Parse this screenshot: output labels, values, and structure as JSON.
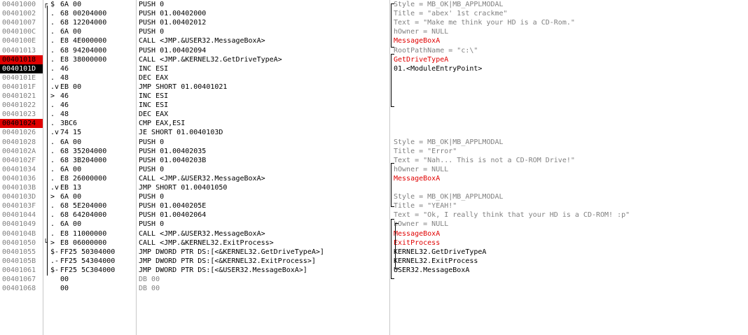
{
  "rows": [
    {
      "addr": "00401000",
      "jmp": "┌",
      "mark": "$",
      "hex": "6A 00",
      "disasm": "PUSH 0",
      "comment": "Style = MB_OK|MB_APPLMODAL",
      "cstyle": "gray"
    },
    {
      "addr": "00401002",
      "jmp": "",
      "mark": ".",
      "hex": "68 00204000",
      "disasm": "PUSH 01.00402000",
      "comment": "Title = \"abex' 1st crackme\"",
      "cstyle": "gray"
    },
    {
      "addr": "00401007",
      "jmp": "",
      "mark": ".",
      "hex": "68 12204000",
      "disasm": "PUSH 01.00402012",
      "comment": "Text = \"Make me think your HD is a CD-Rom.\"",
      "cstyle": "gray"
    },
    {
      "addr": "0040100C",
      "jmp": "",
      "mark": ".",
      "hex": "6A 00",
      "disasm": "PUSH 0",
      "comment": "hOwner = NULL",
      "cstyle": "gray"
    },
    {
      "addr": "0040100E",
      "jmp": "",
      "mark": ".",
      "hex": "E8 4E000000",
      "disasm": "CALL <JMP.&USER32.MessageBoxA>",
      "comment": "MessageBoxA",
      "cstyle": "red"
    },
    {
      "addr": "00401013",
      "jmp": "",
      "mark": ".",
      "hex": "68 94204000",
      "disasm": "PUSH 01.00402094",
      "comment": "RootPathName = \"c:\\\"",
      "cstyle": "gray"
    },
    {
      "addr": "00401018",
      "jmp": "",
      "mark": ".",
      "hex": "E8 38000000",
      "disasm": "CALL <JMP.&KERNEL32.GetDriveTypeA>",
      "comment": "GetDriveTypeA",
      "cstyle": "red",
      "highlight": "bp"
    },
    {
      "addr": "0040101D",
      "jmp": "",
      "mark": ".",
      "hex": "46",
      "disasm": "INC ESI",
      "comment": "01.<ModuleEntryPoint>",
      "cstyle": "blk",
      "highlight": "cur"
    },
    {
      "addr": "0040101E",
      "jmp": "",
      "mark": ".",
      "hex": "48",
      "disasm": "DEC EAX",
      "comment": "",
      "cstyle": "blk"
    },
    {
      "addr": "0040101F",
      "jmp": "",
      "mark": ".v",
      "hex": "EB 00",
      "disasm": "JMP SHORT 01.00401021",
      "comment": "",
      "cstyle": "blk"
    },
    {
      "addr": "00401021",
      "jmp": "",
      "mark": ">",
      "hex": "46",
      "disasm": "INC ESI",
      "comment": "",
      "cstyle": "blk"
    },
    {
      "addr": "00401022",
      "jmp": "",
      "mark": ".",
      "hex": "46",
      "disasm": "INC ESI",
      "comment": "",
      "cstyle": "blk"
    },
    {
      "addr": "00401023",
      "jmp": "",
      "mark": ".",
      "hex": "48",
      "disasm": "DEC EAX",
      "comment": "",
      "cstyle": "blk"
    },
    {
      "addr": "00401024",
      "jmp": "",
      "mark": ".",
      "hex": "3BC6",
      "disasm": "CMP EAX,ESI",
      "comment": "",
      "cstyle": "blk",
      "highlight": "bp"
    },
    {
      "addr": "00401026",
      "jmp": "",
      "mark": ".v",
      "hex": "74 15",
      "disasm": "JE SHORT 01.0040103D",
      "comment": "",
      "cstyle": "blk"
    },
    {
      "addr": "00401028",
      "jmp": "",
      "mark": ".",
      "hex": "6A 00",
      "disasm": "PUSH 0",
      "comment": "Style = MB_OK|MB_APPLMODAL",
      "cstyle": "gray"
    },
    {
      "addr": "0040102A",
      "jmp": "",
      "mark": ".",
      "hex": "68 35204000",
      "disasm": "PUSH 01.00402035",
      "comment": "Title = \"Error\"",
      "cstyle": "gray"
    },
    {
      "addr": "0040102F",
      "jmp": "",
      "mark": ".",
      "hex": "68 3B204000",
      "disasm": "PUSH 01.0040203B",
      "comment": "Text = \"Nah... This is not a CD-ROM Drive!\"",
      "cstyle": "gray"
    },
    {
      "addr": "00401034",
      "jmp": "",
      "mark": ".",
      "hex": "6A 00",
      "disasm": "PUSH 0",
      "comment": "hOwner = NULL",
      "cstyle": "gray"
    },
    {
      "addr": "00401036",
      "jmp": "",
      "mark": ".",
      "hex": "E8 26000000",
      "disasm": "CALL <JMP.&USER32.MessageBoxA>",
      "comment": "MessageBoxA",
      "cstyle": "red"
    },
    {
      "addr": "0040103B",
      "jmp": "",
      "mark": ".v",
      "hex": "EB 13",
      "disasm": "JMP SHORT 01.00401050",
      "comment": "",
      "cstyle": "blk"
    },
    {
      "addr": "0040103D",
      "jmp": "",
      "mark": ">",
      "hex": "6A 00",
      "disasm": "PUSH 0",
      "comment": "Style = MB_OK|MB_APPLMODAL",
      "cstyle": "gray"
    },
    {
      "addr": "0040103F",
      "jmp": "",
      "mark": ".",
      "hex": "68 5E204000",
      "disasm": "PUSH 01.0040205E",
      "comment": "Title = \"YEAH!\"",
      "cstyle": "gray"
    },
    {
      "addr": "00401044",
      "jmp": "",
      "mark": ".",
      "hex": "68 64204000",
      "disasm": "PUSH 01.00402064",
      "comment": "Text = \"Ok, I really think that your HD is a CD-ROM! :p\"",
      "cstyle": "gray"
    },
    {
      "addr": "00401049",
      "jmp": "",
      "mark": ".",
      "hex": "6A 00",
      "disasm": "PUSH 0",
      "comment": "hOwner = NULL",
      "cstyle": "gray"
    },
    {
      "addr": "0040104B",
      "jmp": "",
      "mark": ".",
      "hex": "E8 11000000",
      "disasm": "CALL <JMP.&USER32.MessageBoxA>",
      "comment": "MessageBoxA",
      "cstyle": "red"
    },
    {
      "addr": "00401050",
      "jmp": "└",
      "mark": ">",
      "hex": "E8 06000000",
      "disasm": "CALL <JMP.&KERNEL32.ExitProcess>",
      "comment": "ExitProcess",
      "cstyle": "red"
    },
    {
      "addr": "00401055",
      "jmp": "",
      "mark": "$-",
      "hex": "FF25 50304000",
      "disasm": "JMP DWORD PTR DS:[<&KERNEL32.GetDriveTypeA>]",
      "comment": "KERNEL32.GetDriveTypeA",
      "cstyle": "blk"
    },
    {
      "addr": "0040105B",
      "jmp": "",
      "mark": ".-",
      "hex": "FF25 54304000",
      "disasm": "JMP DWORD PTR DS:[<&KERNEL32.ExitProcess>]",
      "comment": "KERNEL32.ExitProcess",
      "cstyle": "blk"
    },
    {
      "addr": "00401061",
      "jmp": "",
      "mark": "$-",
      "hex": "FF25 5C304000",
      "disasm": "JMP DWORD PTR DS:[<&USER32.MessageBoxA>]",
      "comment": "USER32.MessageBoxA",
      "cstyle": "blk"
    },
    {
      "addr": "00401067",
      "jmp": "",
      "mark": "",
      "hex": "00",
      "disasm": "DB 00",
      "comment": "",
      "cstyle": "blk",
      "gray_disasm": true
    },
    {
      "addr": "00401068",
      "jmp": "",
      "mark": "",
      "hex": "00",
      "disasm": "DB 00",
      "comment": "",
      "cstyle": "blk",
      "gray_disasm": true
    }
  ]
}
